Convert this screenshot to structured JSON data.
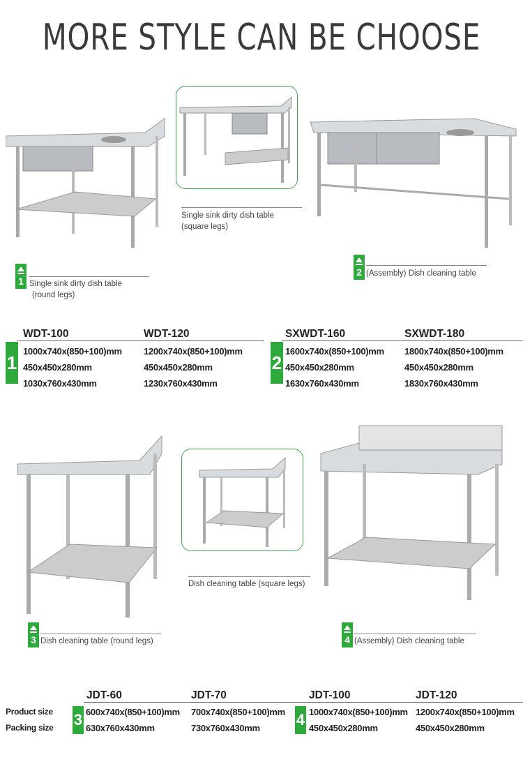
{
  "title": "MORE STYLE CAN BE CHOOSE",
  "colors": {
    "accent": "#2eaa3c",
    "frame": "#3aa64a",
    "text": "#3a3a3a"
  },
  "products": [
    {
      "number": "1",
      "caption_lines": [
        "Single sink dirty dish table",
        "(round legs)"
      ]
    },
    {
      "caption_lines": [
        "Single sink dirty dish table",
        "(square legs)"
      ]
    },
    {
      "number": "2",
      "caption_lines": [
        "(Assembly) Dish cleaning table"
      ]
    },
    {
      "number": "3",
      "caption_lines": [
        "Dish cleaning table (round legs)"
      ]
    },
    {
      "caption_lines": [
        "Dish cleaning table (square legs)"
      ]
    },
    {
      "number": "4",
      "caption_lines": [
        "(Assembly) Dish cleaning table"
      ]
    }
  ],
  "spec_group_1": {
    "number": "1",
    "models": [
      {
        "name": "WDT-100",
        "rows": [
          "1000x740x(850+100)mm",
          "450x450x280mm",
          "1030x760x430mm"
        ]
      },
      {
        "name": "WDT-120",
        "rows": [
          "1200x740x(850+100)mm",
          "450x450x280mm",
          "1230x760x430mm"
        ]
      }
    ]
  },
  "spec_group_2": {
    "number": "2",
    "models": [
      {
        "name": "SXWDT-160",
        "rows": [
          "1600x740x(850+100)mm",
          "450x450x280mm",
          "1630x760x430mm"
        ]
      },
      {
        "name": "SXWDT-180",
        "rows": [
          "1800x740x(850+100)mm",
          "450x450x280mm",
          "1830x760x430mm"
        ]
      }
    ]
  },
  "spec_labels": [
    "Product size",
    "Packing size"
  ],
  "spec_group_3": {
    "number": "3",
    "models": [
      {
        "name": "JDT-60",
        "rows": [
          "600x740x(850+100)mm",
          "630x760x430mm"
        ]
      },
      {
        "name": "JDT-70",
        "rows": [
          "700x740x(850+100)mm",
          "730x760x430mm"
        ]
      }
    ]
  },
  "spec_group_4": {
    "number": "4",
    "models": [
      {
        "name": "JDT-100",
        "rows": [
          "1000x740x(850+100)mm",
          "450x450x280mm"
        ]
      },
      {
        "name": "JDT-120",
        "rows": [
          "1200x740x(850+100)mm",
          "450x450x280mm"
        ]
      }
    ]
  }
}
